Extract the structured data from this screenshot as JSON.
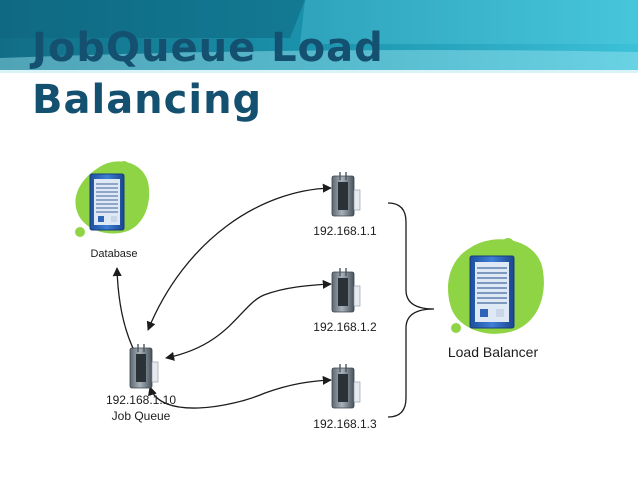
{
  "slide": {
    "title": "JobQueue Load Balancing"
  },
  "colors": {
    "title": "#14506f",
    "banner_dark": "#147a92",
    "banner_light": "#2fb6cf",
    "blob_green": "#8fd444",
    "server_blue": "#2f64b8"
  },
  "nodes": {
    "database": {
      "label": "Database",
      "icon": "server-tower-icon"
    },
    "server_1": {
      "label": "192.168.1.1",
      "icon": "network-router-icon"
    },
    "server_2": {
      "label": "192.168.1.2",
      "icon": "network-router-icon"
    },
    "server_3": {
      "label": "192.168.1.3",
      "icon": "network-router-icon"
    },
    "job_queue": {
      "ip": "192.168.1.10",
      "label": "Job Queue",
      "icon": "network-router-icon"
    },
    "load_balancer": {
      "label": "Load Balancer",
      "icon": "server-tower-icon"
    }
  }
}
